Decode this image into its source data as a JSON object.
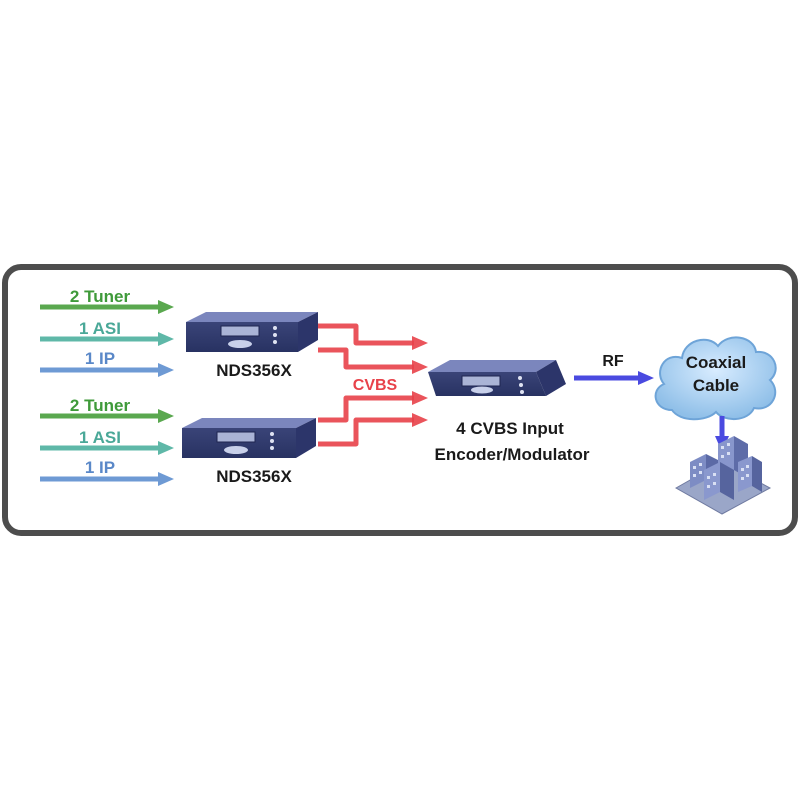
{
  "inputs": {
    "group1": {
      "tuner": "2 Tuner",
      "asi": "1 ASI",
      "ip": "1 IP"
    },
    "group2": {
      "tuner": "2 Tuner",
      "asi": "1 ASI",
      "ip": "1 IP"
    }
  },
  "devices": {
    "receiver1": "NDS356X",
    "receiver2": "NDS356X",
    "encoder_line1": "4 CVBS Input",
    "encoder_line2": "Encoder/Modulator"
  },
  "signals": {
    "cvbs": "CVBS",
    "rf": "RF"
  },
  "cloud": {
    "line1": "Coaxial",
    "line2": "Cable"
  },
  "colors": {
    "tuner": "#5aa84f",
    "asi": "#5fb8a8",
    "ip": "#6e9ad4",
    "cvbs": "#e8424a",
    "rf": "#4a4ae0",
    "cloud": "#a8cdf0",
    "device": "#4a5590",
    "frame": "#4d4d4d"
  }
}
